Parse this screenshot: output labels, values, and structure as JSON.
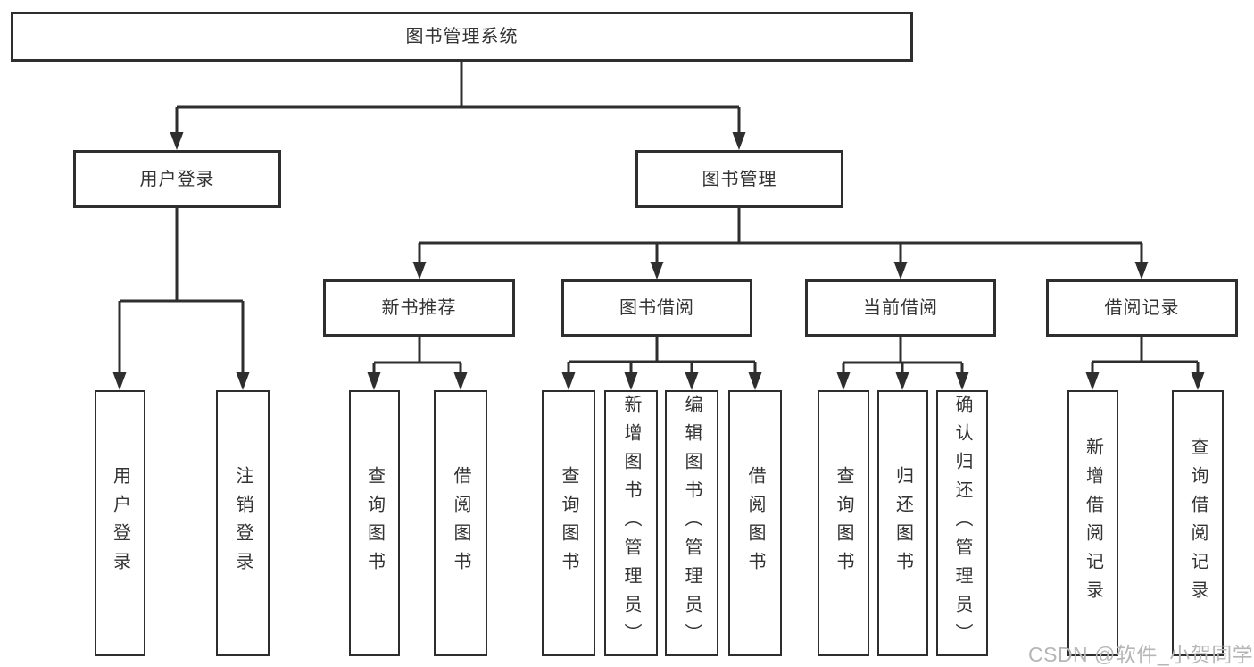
{
  "tree": {
    "label": "图书管理系统",
    "children": [
      {
        "label": "用户登录",
        "children": [
          {
            "label": "用户登录"
          },
          {
            "label": "注销登录"
          }
        ]
      },
      {
        "label": "图书管理",
        "children": [
          {
            "label": "新书推荐",
            "children": [
              {
                "label": "查询图书"
              },
              {
                "label": "借阅图书"
              }
            ]
          },
          {
            "label": "图书借阅",
            "children": [
              {
                "label": "查询图书"
              },
              {
                "label": "新增图书（管理员）"
              },
              {
                "label": "编辑图书（管理员）"
              },
              {
                "label": "借阅图书"
              }
            ]
          },
          {
            "label": "当前借阅",
            "children": [
              {
                "label": "查询图书"
              },
              {
                "label": "归还图书"
              },
              {
                "label": "确认归还（管理员）"
              }
            ]
          },
          {
            "label": "借阅记录",
            "children": [
              {
                "label": "新增借阅记录"
              },
              {
                "label": "查询借阅记录"
              }
            ]
          }
        ]
      }
    ]
  },
  "watermark": "CSDN @软件_小贺同学",
  "colors": {
    "line": "#2e2e2e",
    "box_border": "#2e2e2e",
    "box_background": "#ffffff",
    "text": "#333333",
    "watermark": "#b6b6b6",
    "background": "#ffffff"
  }
}
